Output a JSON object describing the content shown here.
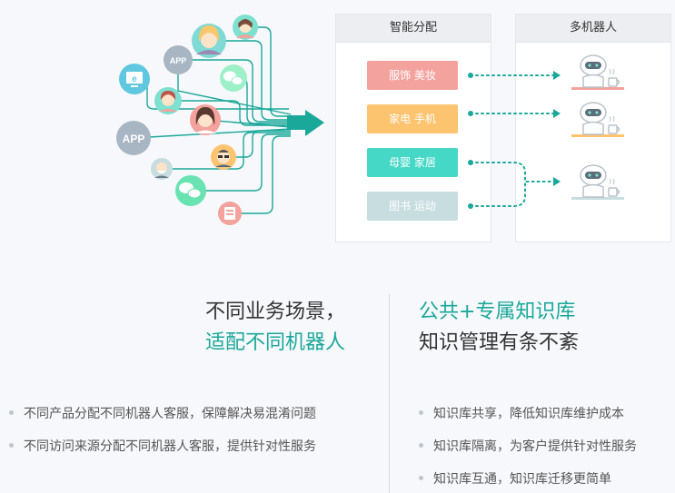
{
  "sources": {
    "app_label": "APP",
    "app_label_large": "APP"
  },
  "distribution": {
    "header": "智能分配",
    "categories": [
      {
        "label": "服饰 美妆",
        "color": "#f4a29d"
      },
      {
        "label": "家电 手机",
        "color": "#fcc46f"
      },
      {
        "label": "母婴 家居",
        "color": "#45d8c6"
      },
      {
        "label": "图书 运动",
        "color": "#c8dde0"
      }
    ]
  },
  "robots": {
    "header": "多机器人"
  },
  "left_block": {
    "headline_line1": "不同业务场景，",
    "headline_line2": "适配不同机器人",
    "bullets": [
      "不同产品分配不同机器人客服，保障解决易混淆问题",
      "不同访问来源分配不同机器人客服，提供针对性服务"
    ]
  },
  "right_block": {
    "headline_line1": "公共+专属知识库",
    "headline_line2": "知识管理有条不紊",
    "bullets": [
      "知识库共享，降低知识库维护成本",
      "知识库隔离，为客户提供针对性服务",
      "知识库互通，知识库迁移更简单"
    ]
  },
  "colors": {
    "teal": "#1aa89a",
    "dotted_line": "#1aa89a",
    "robot_accent_1": "#f4a29d",
    "robot_accent_2": "#fcc46f",
    "robot_accent_3": "#c8dde0"
  }
}
